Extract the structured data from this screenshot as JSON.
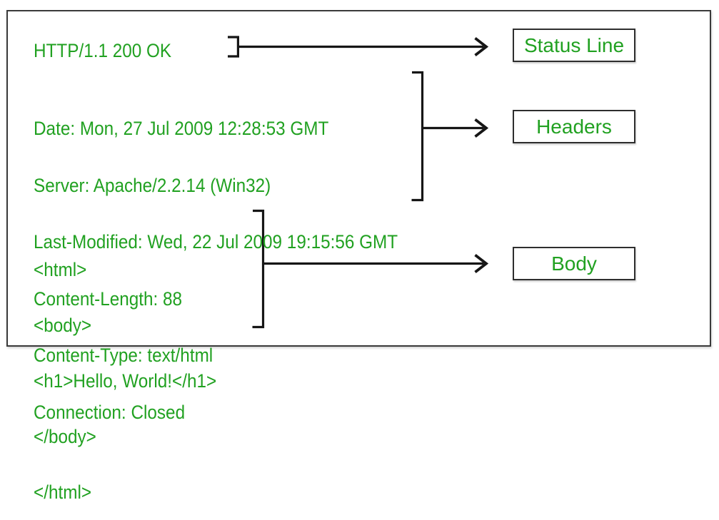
{
  "colors": {
    "text_green": "#21a121",
    "line_black": "#161616",
    "box_border": "#2e2e2e",
    "frame_border": "#3a3a3a",
    "background": "#ffffff"
  },
  "response": {
    "status_line": "HTTP/1.1 200 OK",
    "headers": [
      "Date: Mon, 27 Jul 2009 12:28:53 GMT",
      "Server: Apache/2.2.14 (Win32)",
      "Last-Modified: Wed, 22 Jul 2009 19:15:56 GMT",
      "Content-Length: 88",
      "Content-Type: text/html",
      "Connection: Closed"
    ],
    "body": [
      "<html>",
      "<body>",
      "<h1>Hello, World!</h1>",
      "</body>",
      "</html>"
    ]
  },
  "labels": {
    "status_line": "Status Line",
    "headers": "Headers",
    "body": "Body"
  }
}
